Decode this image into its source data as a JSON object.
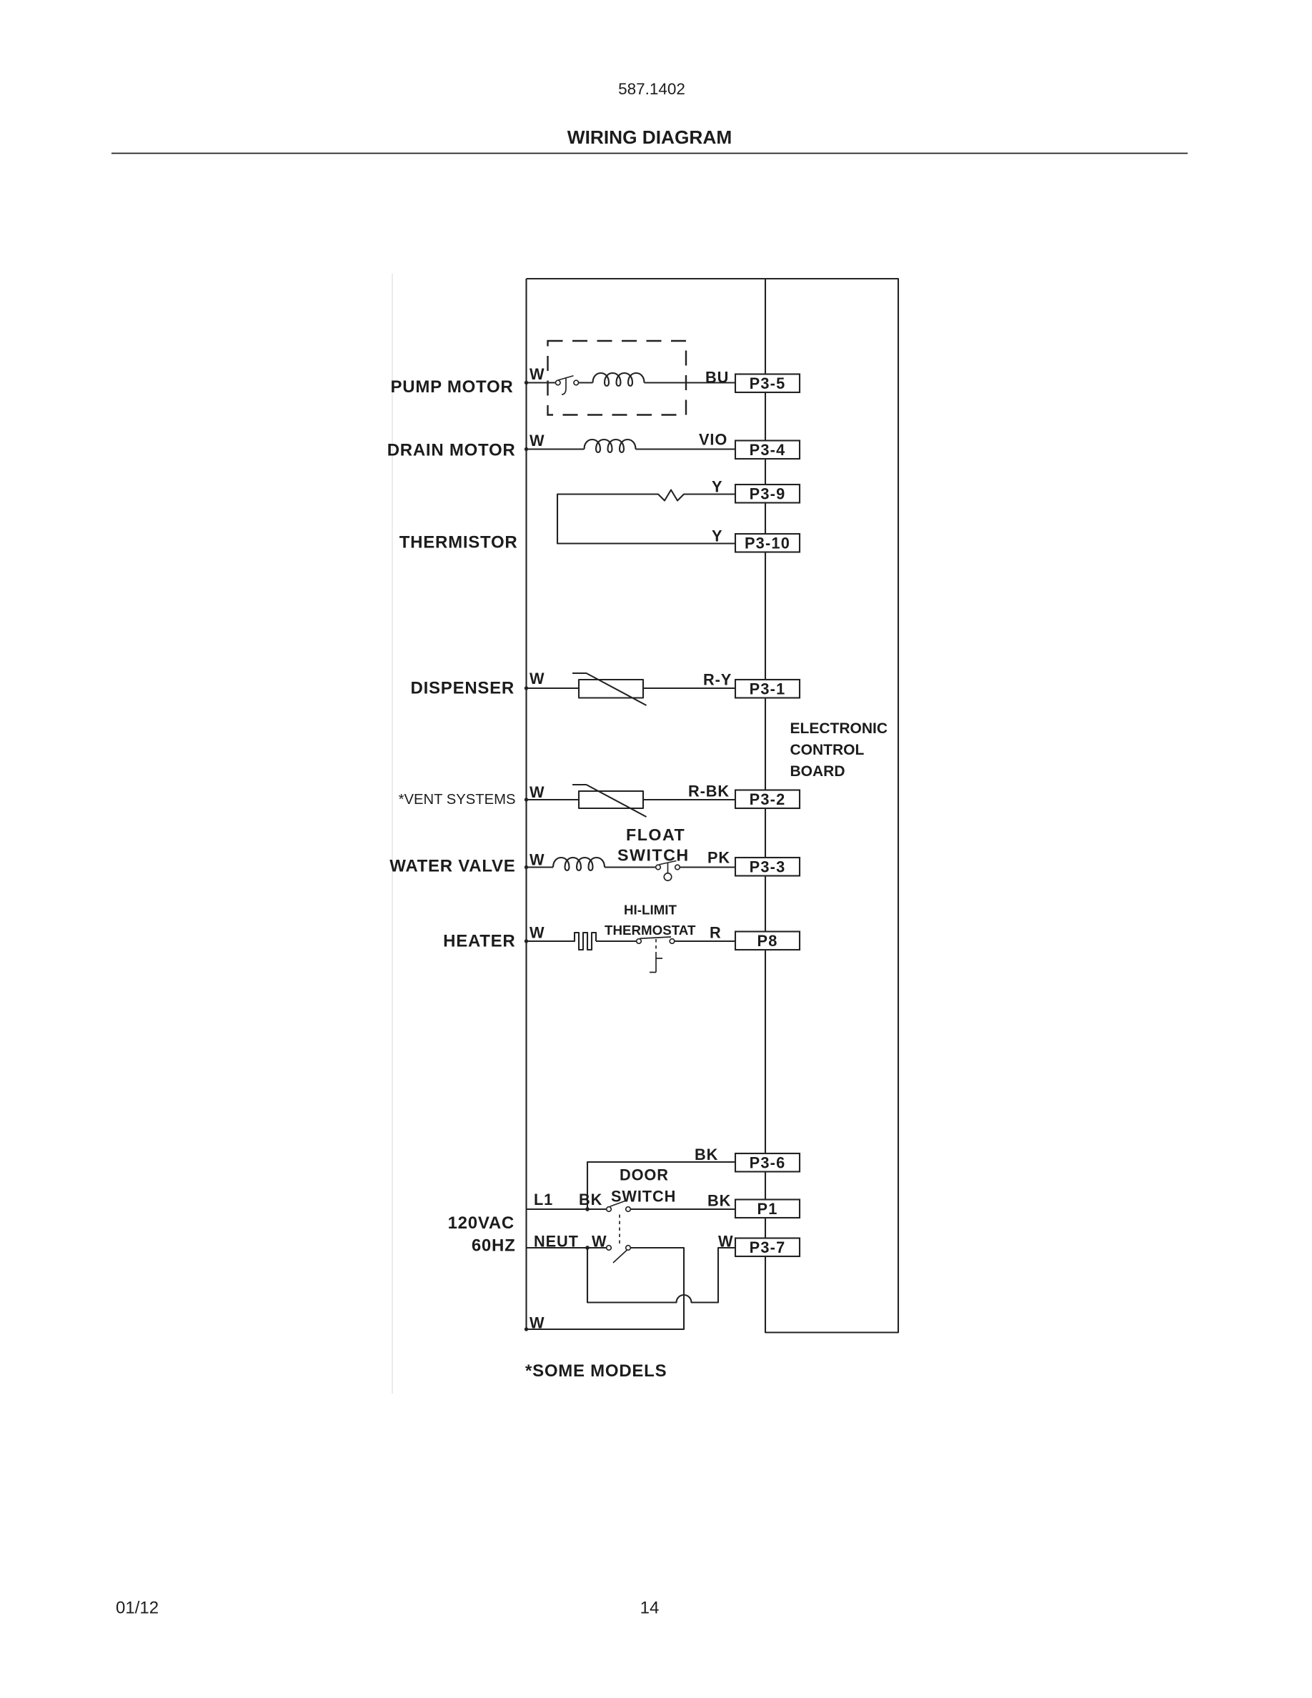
{
  "header": {
    "doc_number": "587.1402",
    "title": "WIRING DIAGRAM"
  },
  "circuits": {
    "pump_motor": {
      "label": "PUMP MOTOR",
      "wire_in": "W",
      "wire_out": "BU",
      "connector": "P3-5"
    },
    "drain_motor": {
      "label": "DRAIN MOTOR",
      "wire_in": "W",
      "wire_out": "VIO",
      "connector": "P3-4"
    },
    "thermistor": {
      "label": "THERMISTOR",
      "wire_a": "Y",
      "connector_a": "P3-9",
      "wire_b": "Y",
      "connector_b": "P3-10"
    },
    "dispenser": {
      "label": "DISPENSER",
      "wire_in": "W",
      "wire_out": "R-Y",
      "connector": "P3-1"
    },
    "vent_systems": {
      "label": "*VENT SYSTEMS",
      "wire_in": "W",
      "wire_out": "R-BK",
      "connector": "P3-2"
    },
    "water_valve": {
      "label": "WATER VALVE",
      "wire_in": "W",
      "wire_out": "PK",
      "connector": "P3-3",
      "switch_label": [
        "FLOAT",
        "SWITCH"
      ]
    },
    "heater": {
      "label": "HEATER",
      "wire_in": "W",
      "wire_out": "R",
      "connector": "P8",
      "switch_label": [
        "HI-LIMIT",
        "THERMOSTAT"
      ]
    }
  },
  "power_supply": {
    "label": [
      "120VAC",
      "60HZ"
    ],
    "line": "L1",
    "line_wire": "BK",
    "neutral": "NEUT",
    "neutral_wire": "W",
    "door_switch_label": [
      "DOOR",
      "SWITCH"
    ],
    "p3_6_wire": "BK",
    "p3_6_connector": "P3-6",
    "p1_wire": "BK",
    "p1_connector": "P1",
    "p3_7_wire": "W",
    "p3_7_connector": "P3-7",
    "return_wire": "W"
  },
  "control_board": {
    "label": [
      "ELECTRONIC",
      "CONTROL",
      "BOARD"
    ]
  },
  "note": "*SOME MODELS",
  "footer": {
    "date": "01/12",
    "page": "14"
  }
}
